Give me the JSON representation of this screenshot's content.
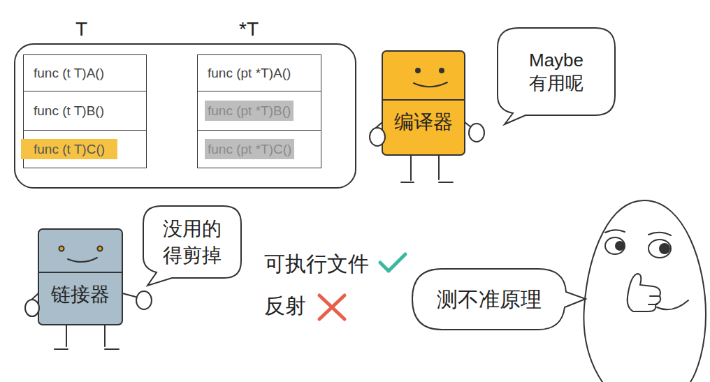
{
  "diagram": {
    "nodes": [
      {
        "text": [
          "T",
          "*T"
        ]
      },
      {
        "text": [
          "func (t T)A()"
        ],
        "in": 0
      },
      {
        "text": [
          "func (pt *T)A()"
        ],
        "in": 0
      },
      {
        "text": [
          "func (t T)B()"
        ],
        "in": 0
      },
      {
        "text": [
          "func (pt *T)B()"
        ],
        "in": 0
      },
      {
        "text": [
          "func (t T)C()"
        ],
        "in": 0
      },
      {
        "text": [
          "func (pt *T)C()"
        ],
        "in": 0
      },
      {
        "text": [
          "编译器"
        ]
      },
      {
        "text": [
          "Maybe 有用呢"
        ]
      },
      {
        "text": [
          "链接器"
        ]
      },
      {
        "text": [
          "没用的 得剪掉"
        ]
      },
      {
        "text": [
          "测不准原理"
        ]
      }
    ],
    "labels": [
      "可执行文件",
      "反射"
    ]
  }
}
